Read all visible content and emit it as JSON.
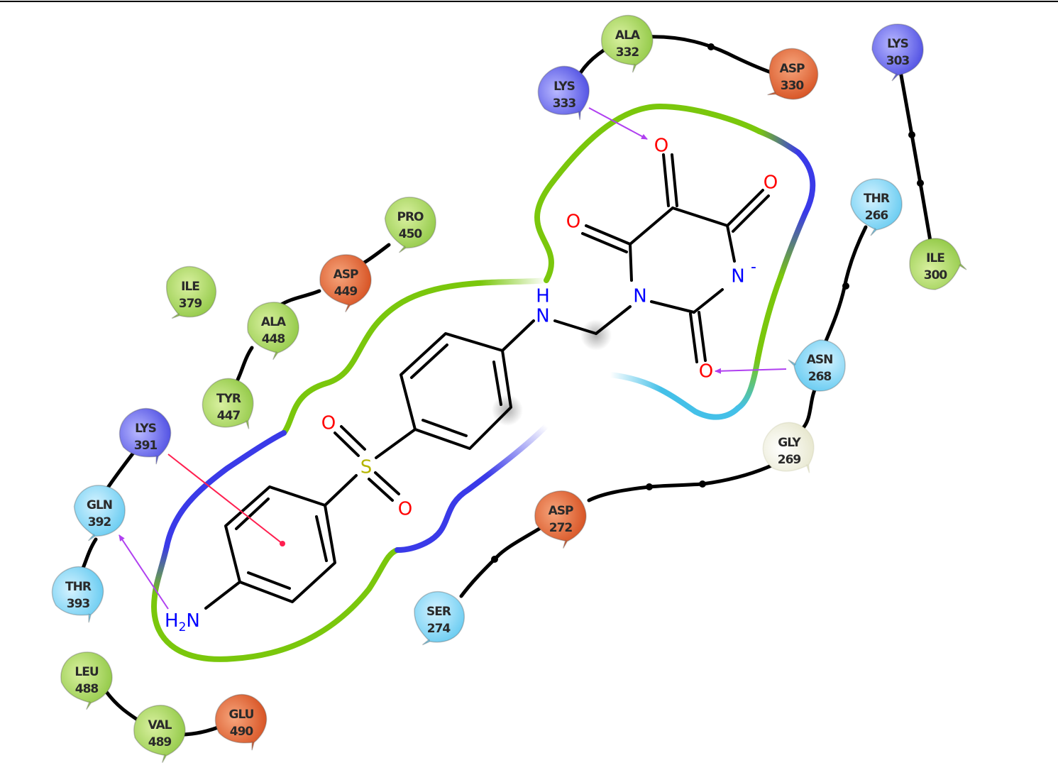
{
  "diagram": {
    "residues": [
      {
        "id": "ala332",
        "name": "ALA",
        "number": "332",
        "type": "hydrophobic"
      },
      {
        "id": "asp330",
        "name": "ASP",
        "number": "330",
        "type": "negative"
      },
      {
        "id": "lys333",
        "name": "LYS",
        "number": "333",
        "type": "positive"
      },
      {
        "id": "lys303",
        "name": "LYS",
        "number": "303",
        "type": "positive"
      },
      {
        "id": "thr266",
        "name": "THR",
        "number": "266",
        "type": "polar"
      },
      {
        "id": "ile300",
        "name": "ILE",
        "number": "300",
        "type": "hydrophobic"
      },
      {
        "id": "pro450",
        "name": "PRO",
        "number": "450",
        "type": "hydrophobic"
      },
      {
        "id": "asp449",
        "name": "ASP",
        "number": "449",
        "type": "negative"
      },
      {
        "id": "ile379",
        "name": "ILE",
        "number": "379",
        "type": "hydrophobic"
      },
      {
        "id": "ala448",
        "name": "ALA",
        "number": "448",
        "type": "hydrophobic"
      },
      {
        "id": "tyr447",
        "name": "TYR",
        "number": "447",
        "type": "hydrophobic"
      },
      {
        "id": "lys391",
        "name": "LYS",
        "number": "391",
        "type": "positive"
      },
      {
        "id": "gln392",
        "name": "GLN",
        "number": "392",
        "type": "polar"
      },
      {
        "id": "thr393",
        "name": "THR",
        "number": "393",
        "type": "polar"
      },
      {
        "id": "asn268",
        "name": "ASN",
        "number": "268",
        "type": "polar"
      },
      {
        "id": "gly269",
        "name": "GLY",
        "number": "269",
        "type": "glycine"
      },
      {
        "id": "asp272",
        "name": "ASP",
        "number": "272",
        "type": "negative"
      },
      {
        "id": "ser274",
        "name": "SER",
        "number": "274",
        "type": "polar"
      },
      {
        "id": "leu488",
        "name": "LEU",
        "number": "488",
        "type": "hydrophobic"
      },
      {
        "id": "val489",
        "name": "VAL",
        "number": "489",
        "type": "hydrophobic"
      },
      {
        "id": "glu490",
        "name": "GLU",
        "number": "490",
        "type": "negative"
      }
    ],
    "atoms": {
      "o1": "O",
      "o2": "O",
      "o3": "O",
      "o4": "O",
      "n1": "N",
      "n2": "N",
      "nh": "N",
      "h": "H",
      "so1": "O",
      "so2": "O",
      "s": "S",
      "h2n_h": "H",
      "h2n_sub": "2",
      "h2n_n": "N"
    },
    "colors": {
      "hydrophobic": "#8cc63f",
      "negative": "#e05a2a",
      "positive": "#6c6cf0",
      "polar": "#5ec8f0",
      "glycine": "#f0f0dc",
      "oxygen": "#ff0000",
      "nitrogen": "#0000ff",
      "sulfur": "#b5b500",
      "hbond": "#b040f0",
      "cation_pi": "#ff2050",
      "pocket_green": "#7ac70c",
      "pocket_blue": "#3a3ae8",
      "pocket_cyan": "#44c0e8"
    }
  }
}
